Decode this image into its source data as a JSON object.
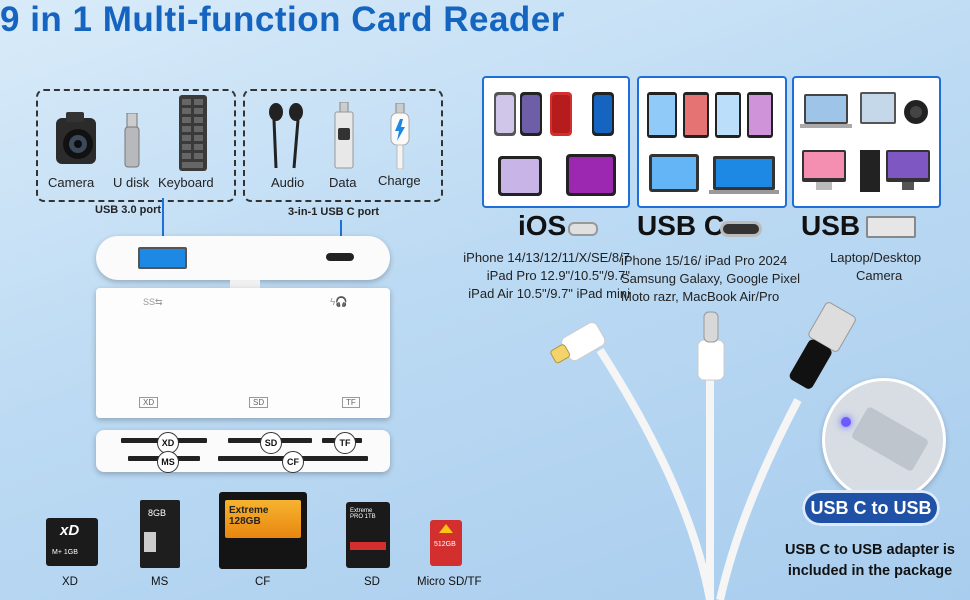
{
  "title": "9 in 1 Multi-function Card Reader",
  "usb3_group": {
    "items": [
      "Camera",
      "U disk",
      "Keyboard"
    ],
    "port_label": "USB 3.0 port"
  },
  "usbc_group": {
    "items": [
      "Audio",
      "Data",
      "Charge"
    ],
    "port_label": "3-in-1 USB C port"
  },
  "ios": {
    "title": "iOS",
    "lines": [
      "iPhone 14/13/12/11/X/SE/8/7",
      "iPad Pro 12.9\"/10.5\"/9.7\"",
      "iPad Air 10.5\"/9.7\" iPad mini"
    ]
  },
  "usbc": {
    "title": "USB C",
    "lines": [
      "iPhone 15/16/ iPad Pro 2024",
      "Samsung Galaxy, Google Pixel",
      "Moto razr, MacBook Air/Pro"
    ]
  },
  "usb": {
    "title": "USB",
    "lines": [
      "Laptop/Desktop",
      "Camera"
    ]
  },
  "reader": {
    "face_marks": [
      "XD",
      "SD",
      "TF"
    ],
    "slot_labels": [
      "XD",
      "SD",
      "TF",
      "MS",
      "CF"
    ]
  },
  "cards": {
    "items": [
      "XD",
      "MS",
      "CF",
      "SD",
      "Micro SD/TF"
    ],
    "xd_text": "M+ 1GB",
    "ms_text": "8GB",
    "cf_text": "Extreme 128GB",
    "sd_text": "Extreme PRO 1TB",
    "tf_text": "512GB"
  },
  "adapter": {
    "badge": "USB C to USB",
    "note": "USB C to USB adapter is included in the package"
  },
  "colors": {
    "accent": "#1565c0",
    "badge": "#1f52a6",
    "panel_border": "#1e6fd9"
  }
}
